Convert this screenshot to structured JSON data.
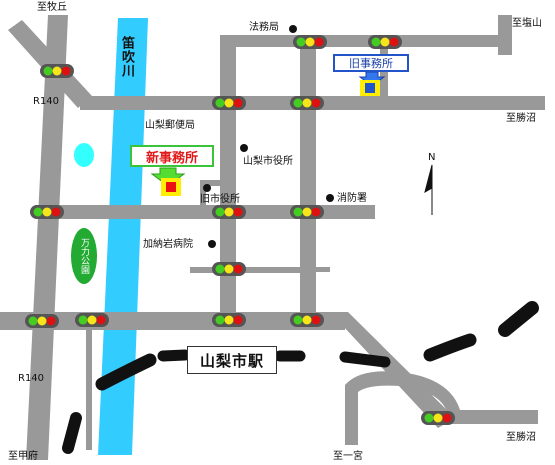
{
  "colors": {
    "road": "#999999",
    "river": "#33ccff",
    "park": "#22aa33",
    "rail": "#111111",
    "signal_red": "#dd1111",
    "signal_yellow": "#f5e51a",
    "signal_green": "#44cc22",
    "new_office_marker": "#ee1111",
    "old_office_marker": "#2255cc",
    "marker_border": "#ffee00"
  },
  "labels": {
    "to_makigaoka": "至牧丘",
    "to_shioyama": "至塩山",
    "to_katsunuma_1": "至勝沼",
    "to_katsunuma_2": "至勝沼",
    "to_kofu": "至甲府",
    "to_ichinomiya": "至一宮",
    "route_upper": "R140",
    "route_lower": "R140",
    "legal_affairs": "法務局",
    "post_office": "山梨郵便局",
    "city_hall": "山梨市役所",
    "old_city_hall": "旧市役所",
    "fire_station": "消防署",
    "hospital": "加納岩病院",
    "river": "笛吹川",
    "park": "万力公園",
    "station": "山梨市駅",
    "new_office": "新事務所",
    "old_office": "旧事務所",
    "north": "N"
  },
  "icons": {
    "traffic_signal": "traffic-light-icon",
    "facility": "facility-dot-icon",
    "north_arrow": "north-arrow-icon"
  }
}
